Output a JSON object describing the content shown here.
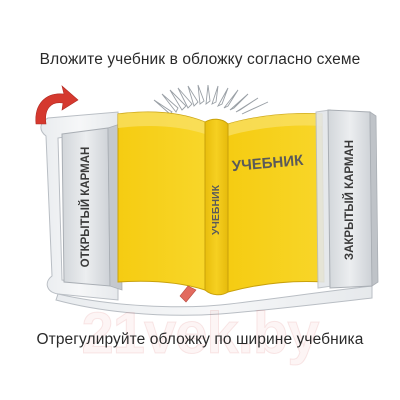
{
  "instructions": {
    "top": "Вложите учебник в обложку согласно схеме",
    "bottom": "Отрегулируйте обложку по ширине учебника"
  },
  "scheme": {
    "left_pocket_label": "ОТКРЫТЫЙ КАРМАН",
    "right_pocket_label": "ЗАКРЫТЫЙ КАРМАН",
    "book_cover_title": "УЧЕБНИК",
    "book_spine_title": "УЧЕБНИК"
  },
  "watermark": "21vek.by",
  "colors": {
    "book_yellow": "#f7d21b",
    "book_yellow_dark": "#e0b20a",
    "arrow_red": "#d5392f",
    "cover_gray": "#cfd3d8",
    "bookmark": "#e26a5e"
  }
}
